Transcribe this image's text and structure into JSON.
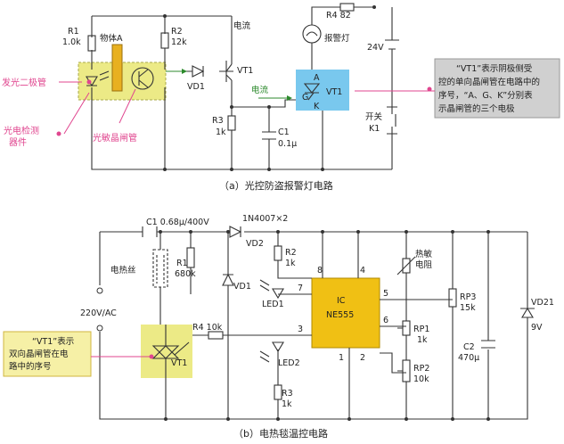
{
  "circuit_a": {
    "caption": "（a）光控防盗报警灯电路",
    "R1": [
      "R1",
      "1.0k"
    ],
    "R2": [
      "R2",
      "12k"
    ],
    "R3": [
      "R3",
      "1k"
    ],
    "R4": "R4 82",
    "object": "物体A",
    "current1": "电流",
    "current2": "电流",
    "VT1": "VT1",
    "VD1": "VD1",
    "lamp": "报警灯",
    "supply": "24V",
    "C1": [
      "C1",
      "0.1μ"
    ],
    "switch": [
      "开关",
      "K1"
    ],
    "scr_G": "G",
    "scr_A": "A",
    "scr_K": "K",
    "scr_VT1": "VT1",
    "pink_led": "发光二极管",
    "pink_detector": [
      "光电检测",
      "器件"
    ],
    "pink_phototransistor": "光敏晶闸管",
    "note_lines": [
      "“VT1”表示阴极侧受",
      "控的单向晶闸管在电路中的",
      "序号，“A、G、K”分别表",
      "示晶闸管的三个电极"
    ]
  },
  "circuit_b": {
    "caption": "（b）电热毯温控电路",
    "C1": "C1 0.68μ/400V",
    "diodes": "1N4007×2",
    "VD2": "VD2",
    "R1": [
      "R1",
      "680k"
    ],
    "R2": [
      "R2",
      "1k"
    ],
    "R3": [
      "R3",
      "1k"
    ],
    "R4": "R4 10k",
    "heater": "电热丝",
    "VD1": "VD1",
    "LED1": "LED1",
    "LED2": "LED2",
    "mains": "220V/AC",
    "VT1": "VT1",
    "ic": [
      "IC",
      "NE555"
    ],
    "pins": [
      "8",
      "4",
      "7",
      "5",
      "6",
      "3",
      "1",
      "2"
    ],
    "thermistor": [
      "热敏",
      "电阻"
    ],
    "RP3": [
      "RP3",
      "15k"
    ],
    "RP1": [
      "RP1",
      "1k"
    ],
    "RP2": [
      "RP2",
      "10k"
    ],
    "C2": [
      "C2",
      "470μ"
    ],
    "VD21": [
      "VD21",
      "9V"
    ],
    "note_lines": [
      "“VT1”表示",
      "双向晶闸管在电",
      "路中的序号"
    ]
  }
}
